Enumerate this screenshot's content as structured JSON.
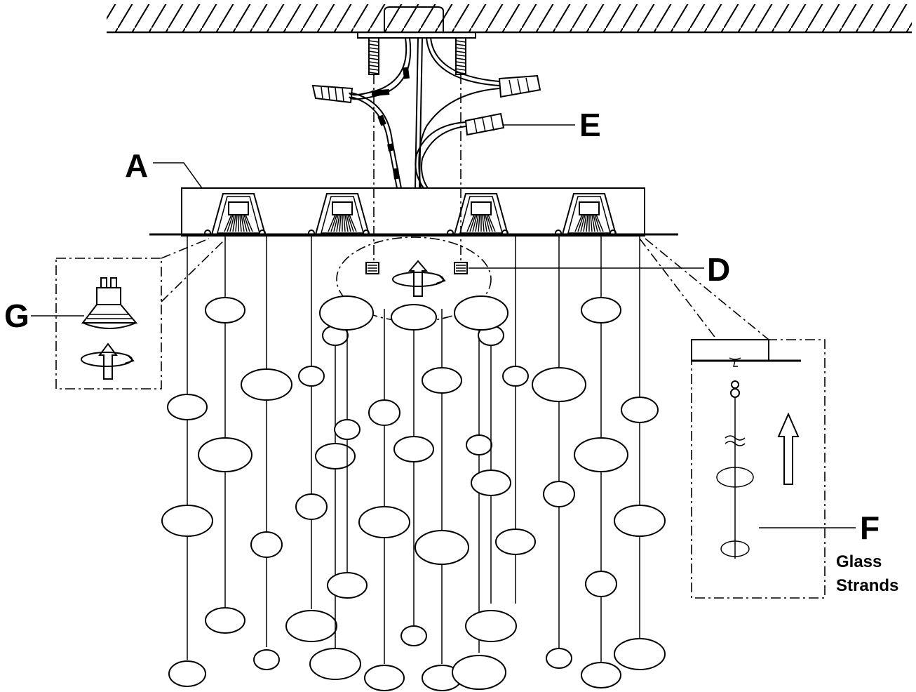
{
  "labels": {
    "a": "A",
    "d": "D",
    "e": "E",
    "f": "F",
    "g": "G",
    "f_caption_line1": "Glass",
    "f_caption_line2": "Strands"
  },
  "colors": {
    "line": "#000000",
    "background": "#ffffff"
  }
}
